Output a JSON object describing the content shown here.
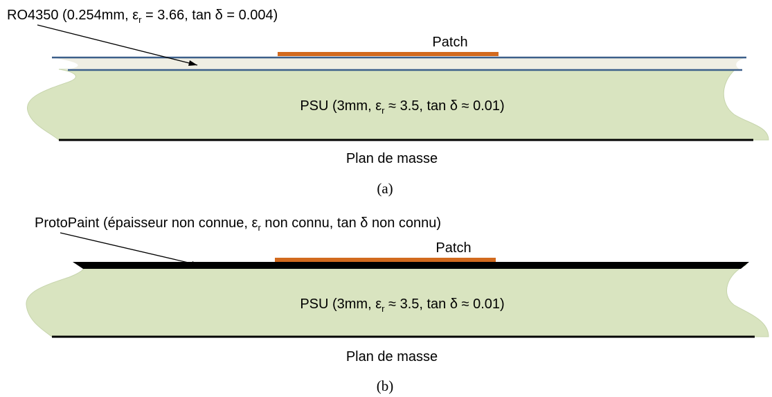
{
  "colors": {
    "substrate_fill": "#d9e4c0",
    "substrate_edge": "#c6d4ac",
    "ro4350_fill": "#efeee3",
    "ro4350_line": "#3b5f8a",
    "patch": "#d26a1e",
    "ground": "#000000",
    "protopaint": "#000000"
  },
  "diagram_a": {
    "ro4350_label": {
      "prefix": "RO4350 (0.254mm, ",
      "eps_symbol": "ε",
      "eps_sub": "r",
      "suffix": " = 3.66, tan δ = 0.004)"
    },
    "patch_label": "Patch",
    "psu_label": {
      "prefix": "PSU (3mm, ",
      "eps_symbol": "ε",
      "eps_sub": "r",
      "suffix": " ≈ 3.5, tan δ ≈ 0.01)"
    },
    "ground_label": "Plan de masse",
    "caption": "(a)"
  },
  "diagram_b": {
    "protopaint_label": {
      "prefix": "ProtoPaint (épaisseur non connue, ",
      "eps_symbol": "ε",
      "eps_sub": "r",
      "suffix": " non connu, tan δ non connu)"
    },
    "patch_label": "Patch",
    "psu_label": {
      "prefix": "PSU (3mm, ",
      "eps_symbol": "ε",
      "eps_sub": "r",
      "suffix": " ≈ 3.5, tan δ ≈ 0.01)"
    },
    "ground_label": "Plan de masse",
    "caption": "(b)"
  }
}
